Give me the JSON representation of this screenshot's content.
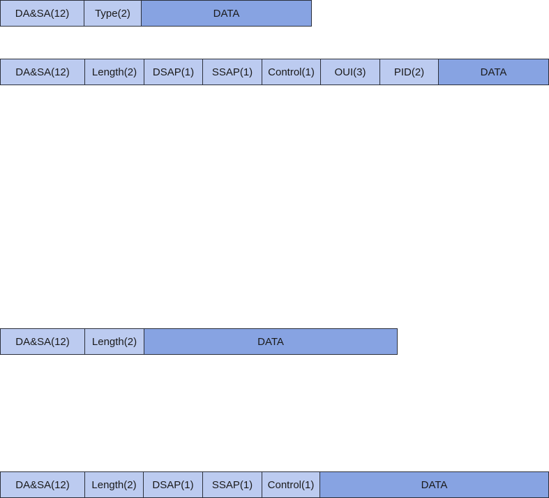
{
  "frames": {
    "ethernet_ii": {
      "fields": [
        "DA&SA(12)",
        "Type(2)",
        "DATA"
      ]
    },
    "snap": {
      "fields": [
        "DA&SA(12)",
        "Length(2)",
        "DSAP(1)",
        "SSAP(1)",
        "Control(1)",
        "OUI(3)",
        "PID(2)",
        "DATA"
      ]
    },
    "raw": {
      "fields": [
        "DA&SA(12)",
        "Length(2)",
        "DATA"
      ]
    },
    "llc": {
      "fields": [
        "DA&SA(12)",
        "Length(2)",
        "DSAP(1)",
        "SSAP(1)",
        "Control(1)",
        "DATA"
      ]
    }
  },
  "colors": {
    "header_field": "#bccbf0",
    "data_field": "#87a3e2",
    "border": "#2b2f3a"
  }
}
